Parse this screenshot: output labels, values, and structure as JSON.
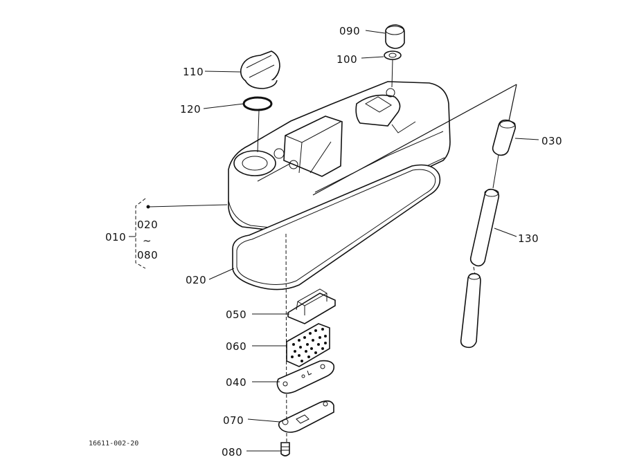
{
  "callouts": {
    "c090": "090",
    "c100": "100",
    "c110": "110",
    "c120": "120",
    "c030": "030",
    "c130": "130",
    "c010": "010",
    "c010_from": "020",
    "c010_tilde": "~",
    "c010_to": "080",
    "c020": "020",
    "c050": "050",
    "c060": "060",
    "c040": "040",
    "c070": "070",
    "c080": "080"
  },
  "figure_code": "16611-002-20"
}
